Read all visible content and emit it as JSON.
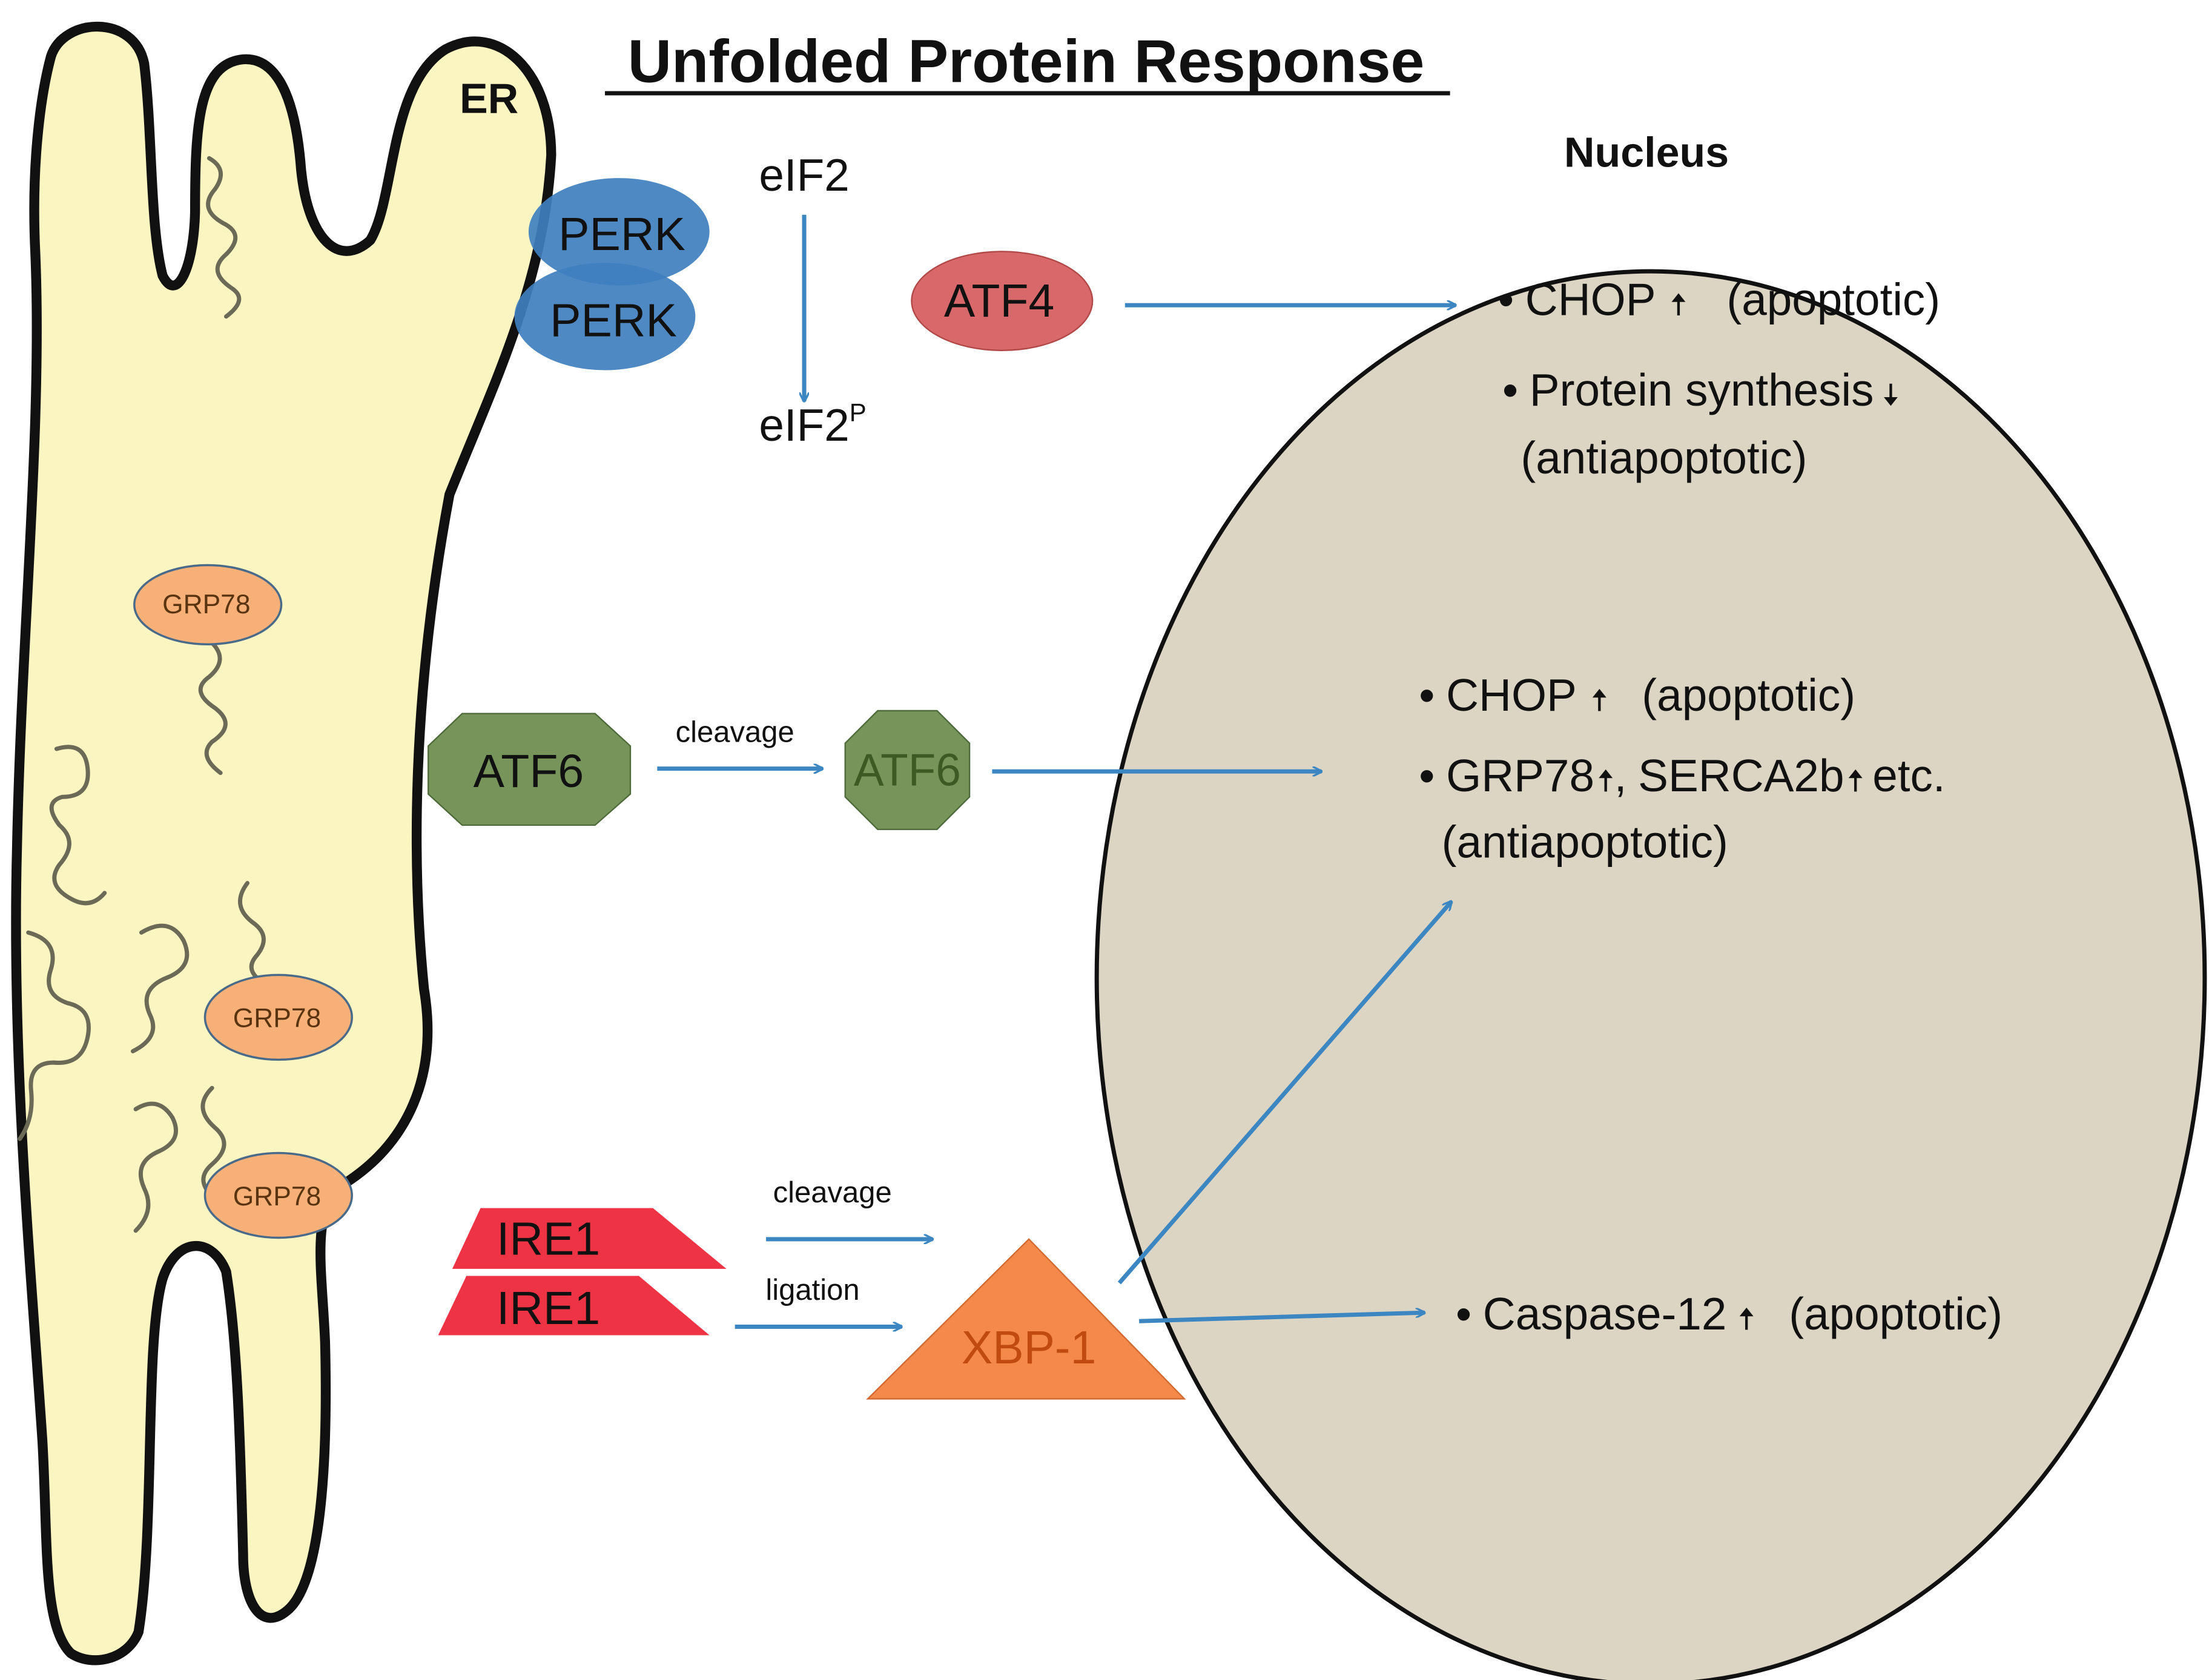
{
  "title": "Unfolded Protein Response",
  "compartments": {
    "er_label": "ER",
    "nucleus_label": "Nucleus"
  },
  "proteins": {
    "perk_top": "PERK",
    "perk_bottom": "PERK",
    "eif2": "eIF2",
    "eif2p_base": "eIF2",
    "eif2p_sup": "P",
    "atf4": "ATF4",
    "atf6_membrane": "ATF6",
    "atf6_cleaved": "ATF6",
    "ire1_top": "IRE1",
    "ire1_bottom": "IRE1",
    "xbp1": "XBP-1",
    "grp78_1": "GRP78",
    "grp78_2": "GRP78",
    "grp78_3": "GRP78"
  },
  "arrow_labels": {
    "atf6_cleavage": "cleavage",
    "ire1_cleavage": "cleavage",
    "ire1_ligation": "ligation"
  },
  "outcomes": {
    "perk_chop": "CHOP",
    "perk_chop_effect": "(apoptotic)",
    "perk_protein": "Protein synthesis",
    "perk_protein_effect": "(antiapoptotic)",
    "atf6_chop": "CHOP",
    "atf6_chop_effect": "(apoptotic)",
    "atf6_grp78": "GRP78",
    "atf6_sep": ",",
    "atf6_serca": "SERCA2b",
    "atf6_etc": "etc.",
    "atf6_effect": "(antiapoptotic)",
    "caspase": "Caspase-12",
    "caspase_effect": "(apoptotic)",
    "bullet": "•",
    "up_arrow": "🠅",
    "down_arrow": "🠇"
  },
  "colors": {
    "er_fill": "#fbf5c2",
    "nucleus_fill": "#dcd5c4",
    "perk": "#3f7fbf",
    "atf4": "#d9686a",
    "atf6": "#77955a",
    "ire1": "#ee3344",
    "xbp1": "#f5894a",
    "xbp1_text": "#c04a10",
    "grp78": "#f6b078",
    "arrow": "#3c86c2"
  }
}
